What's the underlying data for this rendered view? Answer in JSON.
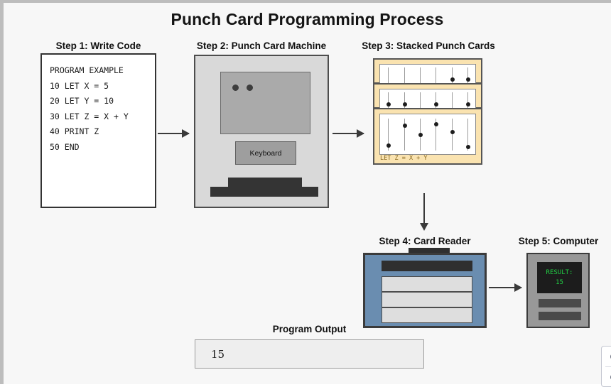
{
  "page": {
    "title": "Punch Card Programming Process",
    "background_color": "#f7f7f7"
  },
  "steps": {
    "step1": {
      "label": "Step 1: Write Code",
      "code": "PROGRAM EXAMPLE\n10 LET X = 5\n20 LET Y = 10\n30 LET Z = X + Y\n40 PRINT Z\n50 END"
    },
    "step2": {
      "label": "Step 2: Punch Card Machine",
      "keyboard_label": "Keyboard"
    },
    "step3": {
      "label": "Step 3: Stacked Punch Cards",
      "card_text": "LET Z = X + Y",
      "card_color": "#fae3b0",
      "cards": [
        {
          "name": "card-top",
          "punch_rows": [
            0.9,
            0.92,
            0.9,
            0.92,
            0.55,
            0.55
          ]
        },
        {
          "name": "card-middle",
          "punch_rows": [
            0.55,
            0.55,
            0.9,
            0.55,
            0.9,
            0.55
          ]
        },
        {
          "name": "card-bottom",
          "punch_rows": [
            0.78,
            0.28,
            0.52,
            0.25,
            0.45,
            0.82
          ]
        }
      ]
    },
    "step4": {
      "label": "Step 4: Card Reader",
      "body_color": "#6a8db0"
    },
    "step5": {
      "label": "Step 5: Computer",
      "screen_line1": "RESULT:",
      "screen_line2": "15",
      "screen_text_color": "#22cc44"
    }
  },
  "output": {
    "label": "Program Output",
    "value": "15"
  },
  "zoom_controls": {
    "zoom_in_label": "⊕",
    "zoom_out_label": "⊖"
  }
}
